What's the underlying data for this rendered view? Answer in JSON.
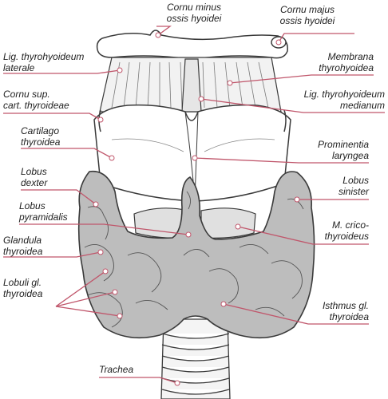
{
  "colors": {
    "leader": "#c0566b",
    "dot": "#ffffff",
    "gland": "#bdbdbd",
    "cartilage": "#ffffff",
    "outline": "#3a3a3a"
  },
  "labels": [
    {
      "id": "cornu-minus",
      "lines": [
        "Cornu minus",
        "ossis hyoidei"
      ]
    },
    {
      "id": "cornu-majus",
      "lines": [
        "Cornu majus",
        "ossis hyoidei"
      ]
    },
    {
      "id": "lig-thyrohyoideum-laterale",
      "lines": [
        "Lig. thyrohyoideum",
        "laterale"
      ]
    },
    {
      "id": "membrana-thyrohyoidea",
      "lines": [
        "Membrana",
        "thyrohyoidea"
      ]
    },
    {
      "id": "cornu-sup",
      "lines": [
        "Cornu sup.",
        "cart. thyroideae"
      ]
    },
    {
      "id": "lig-thyrohyoideum-medianum",
      "lines": [
        "Lig. thyrohyoideum",
        "medianum"
      ]
    },
    {
      "id": "cartilago-thyroidea",
      "lines": [
        "Cartilago",
        "thyroidea"
      ]
    },
    {
      "id": "prominentia-laryngea",
      "lines": [
        "Prominentia",
        "laryngea"
      ]
    },
    {
      "id": "lobus-dexter",
      "lines": [
        "Lobus",
        "dexter"
      ]
    },
    {
      "id": "lobus-sinister",
      "lines": [
        "Lobus",
        "sinister"
      ]
    },
    {
      "id": "lobus-pyramidalis",
      "lines": [
        "Lobus",
        "pyramidalis"
      ]
    },
    {
      "id": "m-cricothyroideus",
      "lines": [
        "M. crico-",
        "thyroideus"
      ]
    },
    {
      "id": "glandula-thyroidea",
      "lines": [
        "Glandula",
        "thyroidea"
      ]
    },
    {
      "id": "lobuli-gl-thyroidea",
      "lines": [
        "Lobuli gl.",
        "thyroidea"
      ]
    },
    {
      "id": "isthmus-gl-thyroidea",
      "lines": [
        "Isthmus gl.",
        "thyroidea"
      ]
    },
    {
      "id": "trachea",
      "lines": [
        "Trachea"
      ]
    }
  ]
}
